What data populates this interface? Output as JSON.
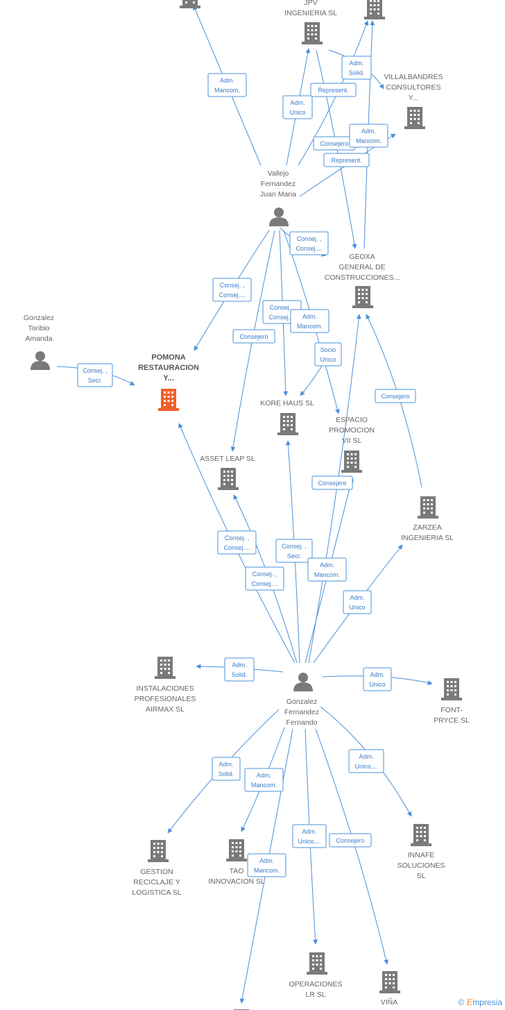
{
  "nodes": [
    {
      "id": "n_top_left",
      "kind": "company",
      "lines": []
    },
    {
      "id": "n_jpv",
      "kind": "company",
      "lines": [
        "JPV",
        "INGENIERIA SL"
      ]
    },
    {
      "id": "n_top_right",
      "kind": "company",
      "lines": []
    },
    {
      "id": "n_villalbandres",
      "kind": "company",
      "lines": [
        "VILLALBANDRES",
        "CONSULTORES",
        "Y..."
      ]
    },
    {
      "id": "n_vallejo",
      "kind": "person",
      "lines": [
        "Vallejo",
        "Fernandez",
        "Juan Maria"
      ]
    },
    {
      "id": "n_geoxa",
      "kind": "company",
      "lines": [
        "GEOXA",
        "GENERAL DE",
        "CONSTRUCCIONES..."
      ]
    },
    {
      "id": "n_gonzalez_toribio",
      "kind": "person",
      "lines": [
        "Gonzalez",
        "Toribio",
        "Amanda"
      ]
    },
    {
      "id": "n_pomona",
      "kind": "company-main",
      "lines": [
        "POMONA",
        "RESTAURACION",
        "Y..."
      ]
    },
    {
      "id": "n_kore",
      "kind": "company",
      "lines": [
        "KORE HAUS SL"
      ]
    },
    {
      "id": "n_espacio",
      "kind": "company",
      "lines": [
        "ESPACIO",
        "PROMOCION",
        "VII SL"
      ]
    },
    {
      "id": "n_asset",
      "kind": "company",
      "lines": [
        "ASSET LEAP SL"
      ]
    },
    {
      "id": "n_zarzea",
      "kind": "company",
      "lines": [
        "ZARZEA",
        "INGENIERIA SL"
      ]
    },
    {
      "id": "n_instalaciones",
      "kind": "company",
      "lines": [
        "INSTALACIONES",
        "PROFESIONALES",
        "AIRMAX SL"
      ]
    },
    {
      "id": "n_gonzalez_fernandez",
      "kind": "person",
      "lines": [
        "Gonzalez",
        "Fernandez",
        "Fernando"
      ]
    },
    {
      "id": "n_font",
      "kind": "company",
      "lines": [
        "FONT-",
        "PRYCE SL"
      ]
    },
    {
      "id": "n_gestion",
      "kind": "company",
      "lines": [
        "GESTION",
        "RECICLAJE Y",
        "LOGISTICA SL"
      ]
    },
    {
      "id": "n_tao",
      "kind": "company",
      "lines": [
        "TAO",
        "INNOVACION SL"
      ]
    },
    {
      "id": "n_innafe",
      "kind": "company",
      "lines": [
        "INNAFE",
        "SOLUCIONES",
        "SL"
      ]
    },
    {
      "id": "n_operaciones",
      "kind": "company",
      "lines": [
        "OPERACIONES",
        "LR SL"
      ]
    },
    {
      "id": "n_vina",
      "kind": "company",
      "lines": [
        "VIÑA"
      ]
    },
    {
      "id": "n_bottom",
      "kind": "company",
      "lines": []
    }
  ],
  "edges": [
    {
      "from": "n_vallejo",
      "to": "n_top_left",
      "lines": [
        "Adm.",
        "Mancom."
      ]
    },
    {
      "from": "n_vallejo",
      "to": "n_jpv",
      "lines": [
        "Adm.",
        "Unico"
      ]
    },
    {
      "from": "n_vallejo",
      "to": "n_top_right",
      "lines": [
        "Represent."
      ]
    },
    {
      "from": "n_jpv",
      "to": "n_villalbandres",
      "lines": [
        "Adm.",
        "Solid."
      ]
    },
    {
      "from": "n_jpv",
      "to": "n_geoxa",
      "lines": [
        "Consejero"
      ]
    },
    {
      "from": "n_vallejo",
      "to": "n_villalbandres",
      "lines": [
        "Adm.",
        "Mancom."
      ]
    },
    {
      "from": "n_geoxa",
      "to": "n_top_right",
      "lines": [
        "Represent."
      ]
    },
    {
      "from": "n_vallejo",
      "to": "n_geoxa",
      "lines": [
        "Consej. ,",
        "Consej...."
      ]
    },
    {
      "from": "n_vallejo",
      "to": "n_pomona",
      "lines": [
        "Consej. ,",
        "Consej...."
      ]
    },
    {
      "from": "n_vallejo",
      "to": "n_kore",
      "lines": [
        "Consej. ,",
        "Consej...."
      ]
    },
    {
      "from": "n_vallejo",
      "to": "n_espacio",
      "lines": [
        "Adm.",
        "Mancom."
      ]
    },
    {
      "from": "n_vallejo",
      "to": "n_asset",
      "lines": [
        "Consejero"
      ]
    },
    {
      "from": "n_geoxa",
      "to": "n_kore",
      "lines": [
        "Socio",
        "Unico"
      ]
    },
    {
      "from": "n_gonzalez_toribio",
      "to": "n_pomona",
      "lines": [
        "Consej. ,",
        "Secr."
      ]
    },
    {
      "from": "n_zarzea",
      "to": "n_geoxa",
      "lines": [
        "Consejero"
      ]
    },
    {
      "from": "n_gonzalez_fernandez",
      "to": "n_espacio",
      "lines": [
        "Consejero"
      ]
    },
    {
      "from": "n_gonzalez_fernandez",
      "to": "n_pomona",
      "lines": [
        "Consej. ,",
        "Consej...."
      ]
    },
    {
      "from": "n_gonzalez_fernandez",
      "to": "n_kore",
      "lines": [
        "Consej. ,",
        "Secr."
      ]
    },
    {
      "from": "n_gonzalez_fernandez",
      "to": "n_asset",
      "lines": [
        "Consej. ,",
        "Consej...."
      ]
    },
    {
      "from": "n_gonzalez_fernandez",
      "to": "n_geoxa",
      "lines": [
        "Adm.",
        "Mancom."
      ]
    },
    {
      "from": "n_gonzalez_fernandez",
      "to": "n_zarzea",
      "lines": [
        "Adm.",
        "Unico"
      ]
    },
    {
      "from": "n_gonzalez_fernandez",
      "to": "n_instalaciones",
      "lines": [
        "Adm.",
        "Solid."
      ]
    },
    {
      "from": "n_gonzalez_fernandez",
      "to": "n_font",
      "lines": [
        "Adm.",
        "Unico"
      ]
    },
    {
      "from": "n_gonzalez_fernandez",
      "to": "n_gestion",
      "lines": [
        "Adm.",
        "Solid."
      ]
    },
    {
      "from": "n_gonzalez_fernandez",
      "to": "n_tao",
      "lines": [
        "Adm.",
        "Mancom."
      ]
    },
    {
      "from": "n_gonzalez_fernandez",
      "to": "n_innafe",
      "lines": [
        "Adm.",
        "Unico,..."
      ]
    },
    {
      "from": "n_gonzalez_fernandez",
      "to": "n_operaciones",
      "lines": [
        "Adm.",
        "Unico,..."
      ]
    },
    {
      "from": "n_gonzalez_fernandez",
      "to": "n_vina",
      "lines": [
        "Consejero"
      ]
    },
    {
      "from": "n_gonzalez_fernandez",
      "to": "n_bottom",
      "lines": [
        "Adm.",
        "Mancom."
      ]
    }
  ],
  "watermark": {
    "copyright": "©",
    "brand_initial": "E",
    "brand_rest": "mpresia"
  },
  "colors": {
    "edge": "#4a90d9",
    "node": "#7a7a7a",
    "main_node": "#f0602a",
    "label": "#666666"
  }
}
